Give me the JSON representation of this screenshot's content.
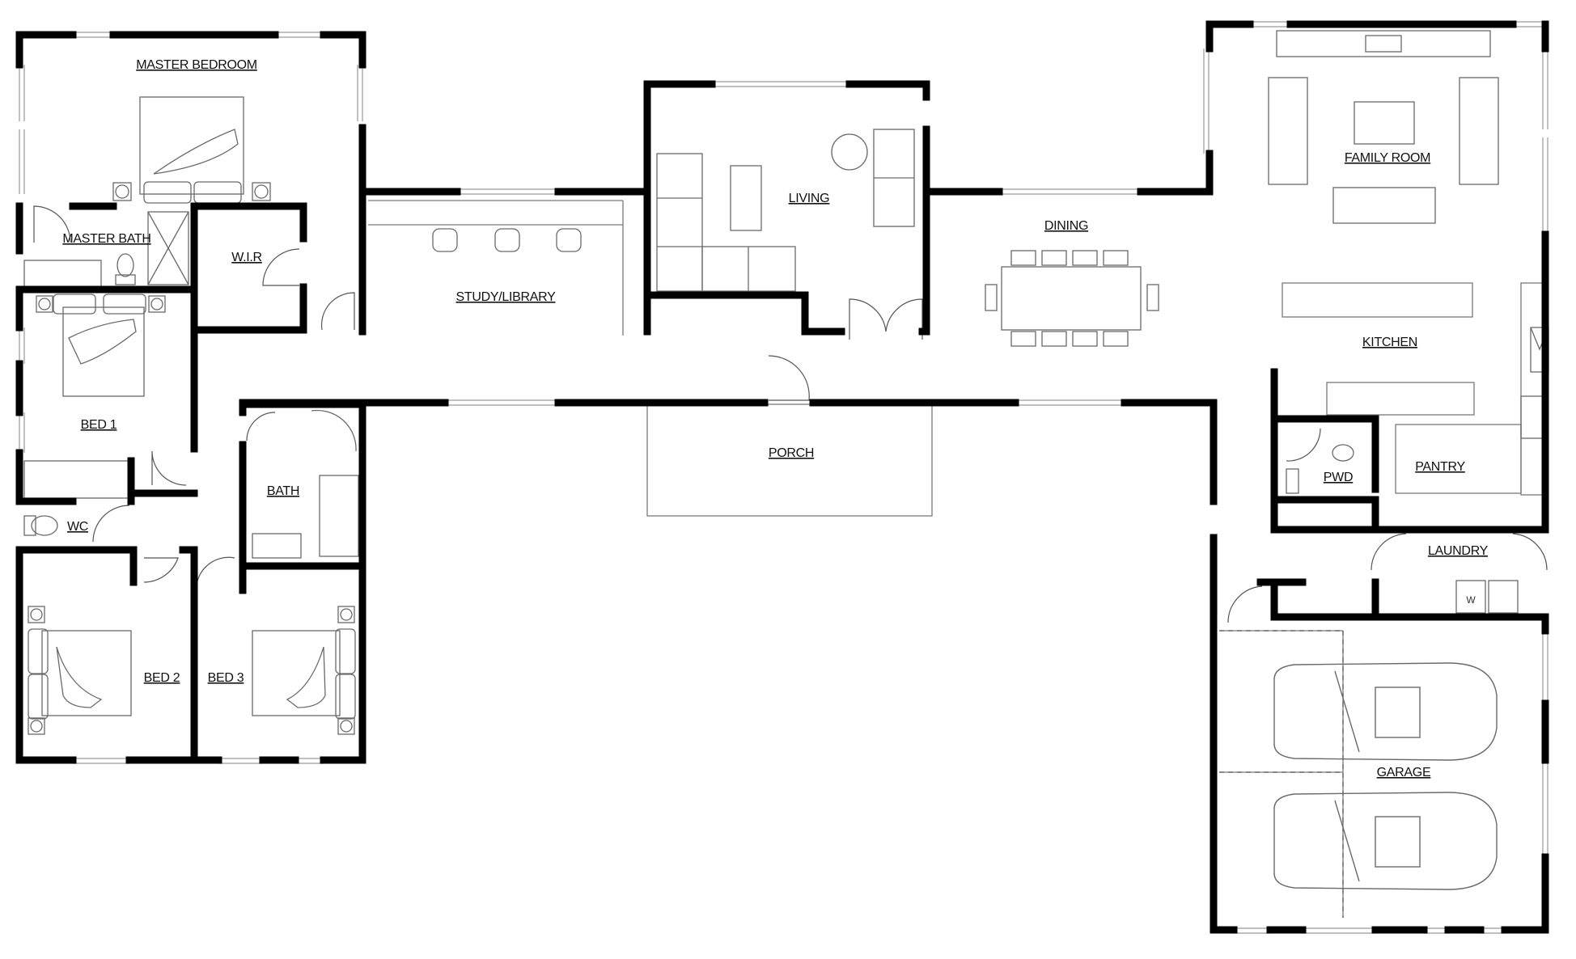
{
  "rooms": {
    "master_bedroom": "MASTER BEDROOM",
    "master_bath": "MASTER BATH",
    "wir": "W.I.R",
    "bed1": "BED 1",
    "wc": "WC",
    "bath": "BATH",
    "bed2": "BED 2",
    "bed3": "BED 3",
    "study": "STUDY/LIBRARY",
    "living": "LIVING",
    "dining": "DINING",
    "porch": "PORCH",
    "family": "FAMILY ROOM",
    "kitchen": "KITCHEN",
    "pwd": "PWD",
    "pantry": "PANTRY",
    "laundry": "LAUNDRY",
    "garage": "GARAGE"
  },
  "fixtures": {
    "washer_mark": "W"
  },
  "colors": {
    "wall": "#000000",
    "line": "#7a7a7a",
    "background": "#ffffff"
  }
}
